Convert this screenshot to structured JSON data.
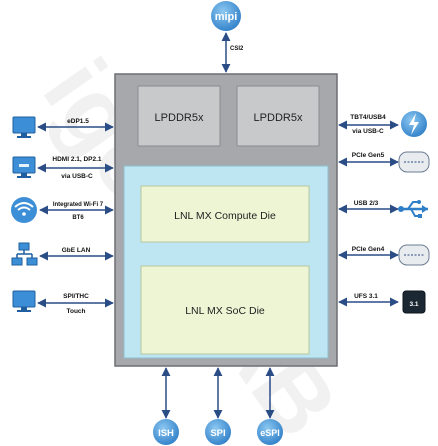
{
  "watermark": "igorsLAB",
  "soc": {
    "mem_left": "LPDDR5x",
    "mem_right": "LPDDR5x",
    "compute_die": "LNL MX Compute Die",
    "soc_die": "LNL MX SoC Die"
  },
  "top": {
    "badge": "mipi",
    "link": "CSI2"
  },
  "left_links": [
    {
      "line1": "eDP1.5",
      "line2": "",
      "icon": "monitor-icon"
    },
    {
      "line1": "HDMI 2.1, DP2.1",
      "line2": "via USB-C",
      "icon": "display-icon"
    },
    {
      "line1": "Integrated Wi-Fi 7",
      "line2": "BT6",
      "icon": "wifi-icon"
    },
    {
      "line1": "GbE LAN",
      "line2": "",
      "icon": "network-icon"
    },
    {
      "line1": "SPI/THC",
      "line2": "Touch",
      "icon": "touch-monitor-icon"
    }
  ],
  "right_links": [
    {
      "line1": "TBT4/USB4",
      "line2": "via USB-C",
      "icon": "thunderbolt-icon"
    },
    {
      "line1": "PCIe Gen5",
      "line2": "",
      "icon": "pcie-gen5-icon"
    },
    {
      "line1": "USB 2/3",
      "line2": "",
      "icon": "usb-icon"
    },
    {
      "line1": "PCIe Gen4",
      "line2": "",
      "icon": "pcie-gen4-icon"
    },
    {
      "line1": "UFS 3.1",
      "line2": "",
      "icon": "ufs-icon",
      "badge": "3.1"
    }
  ],
  "bottom_badges": [
    "ISH",
    "SPI",
    "eSPI"
  ],
  "colors": {
    "package_outer": "#a6a8ab",
    "package_inner": "#bde6f2",
    "die_fill": "#eef5d4",
    "memory_fill": "#c8c9cb",
    "badge_blue": "#3c8fd6",
    "arrow": "#2a4d86"
  }
}
